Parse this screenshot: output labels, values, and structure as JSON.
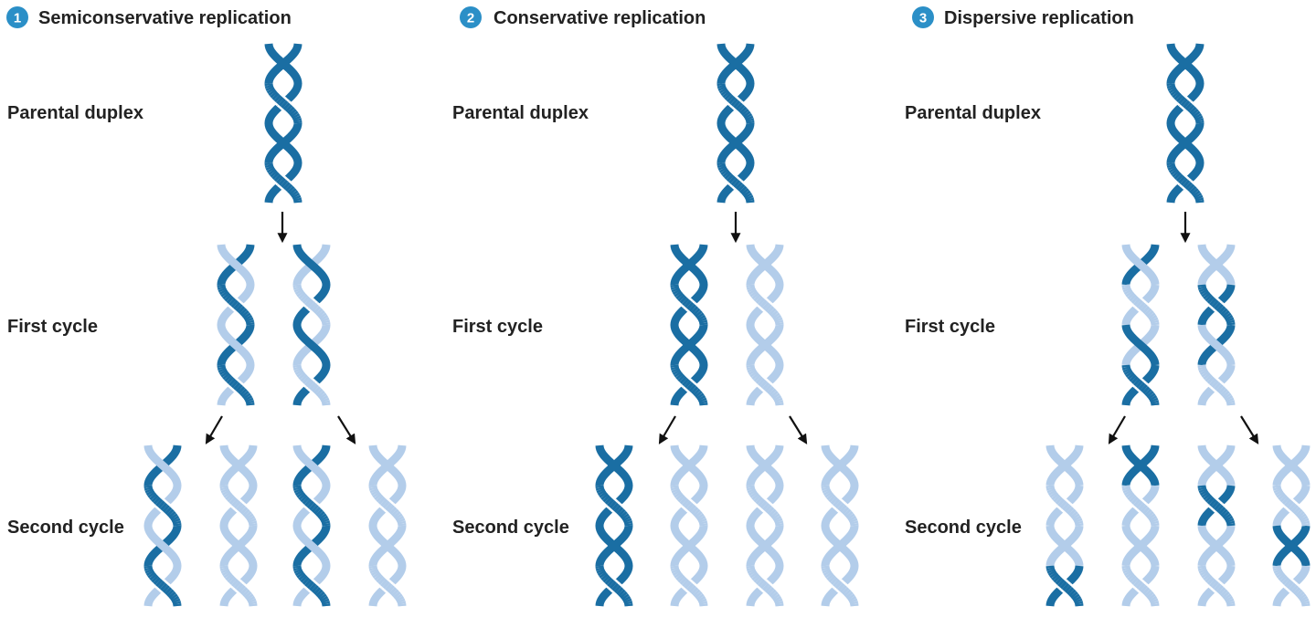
{
  "colors": {
    "dark": "#1a6ea3",
    "light": "#b3cdea",
    "arrow": "#111111",
    "badge": "#2b8fc7"
  },
  "icons": {
    "arrow": "down-arrow-icon",
    "helix": "dna-helix-icon"
  },
  "panels": [
    {
      "number": "1",
      "title": "Semiconservative replication",
      "parental_label": "Parental duplex",
      "first_label": "First cycle",
      "second_label": "Second cycle"
    },
    {
      "number": "2",
      "title": "Conservative replication",
      "parental_label": "Parental duplex",
      "first_label": "First cycle",
      "second_label": "Second cycle"
    },
    {
      "number": "3",
      "title": "Dispersive replication",
      "parental_label": "Parental duplex",
      "first_label": "First cycle",
      "second_label": "Second cycle"
    }
  ]
}
